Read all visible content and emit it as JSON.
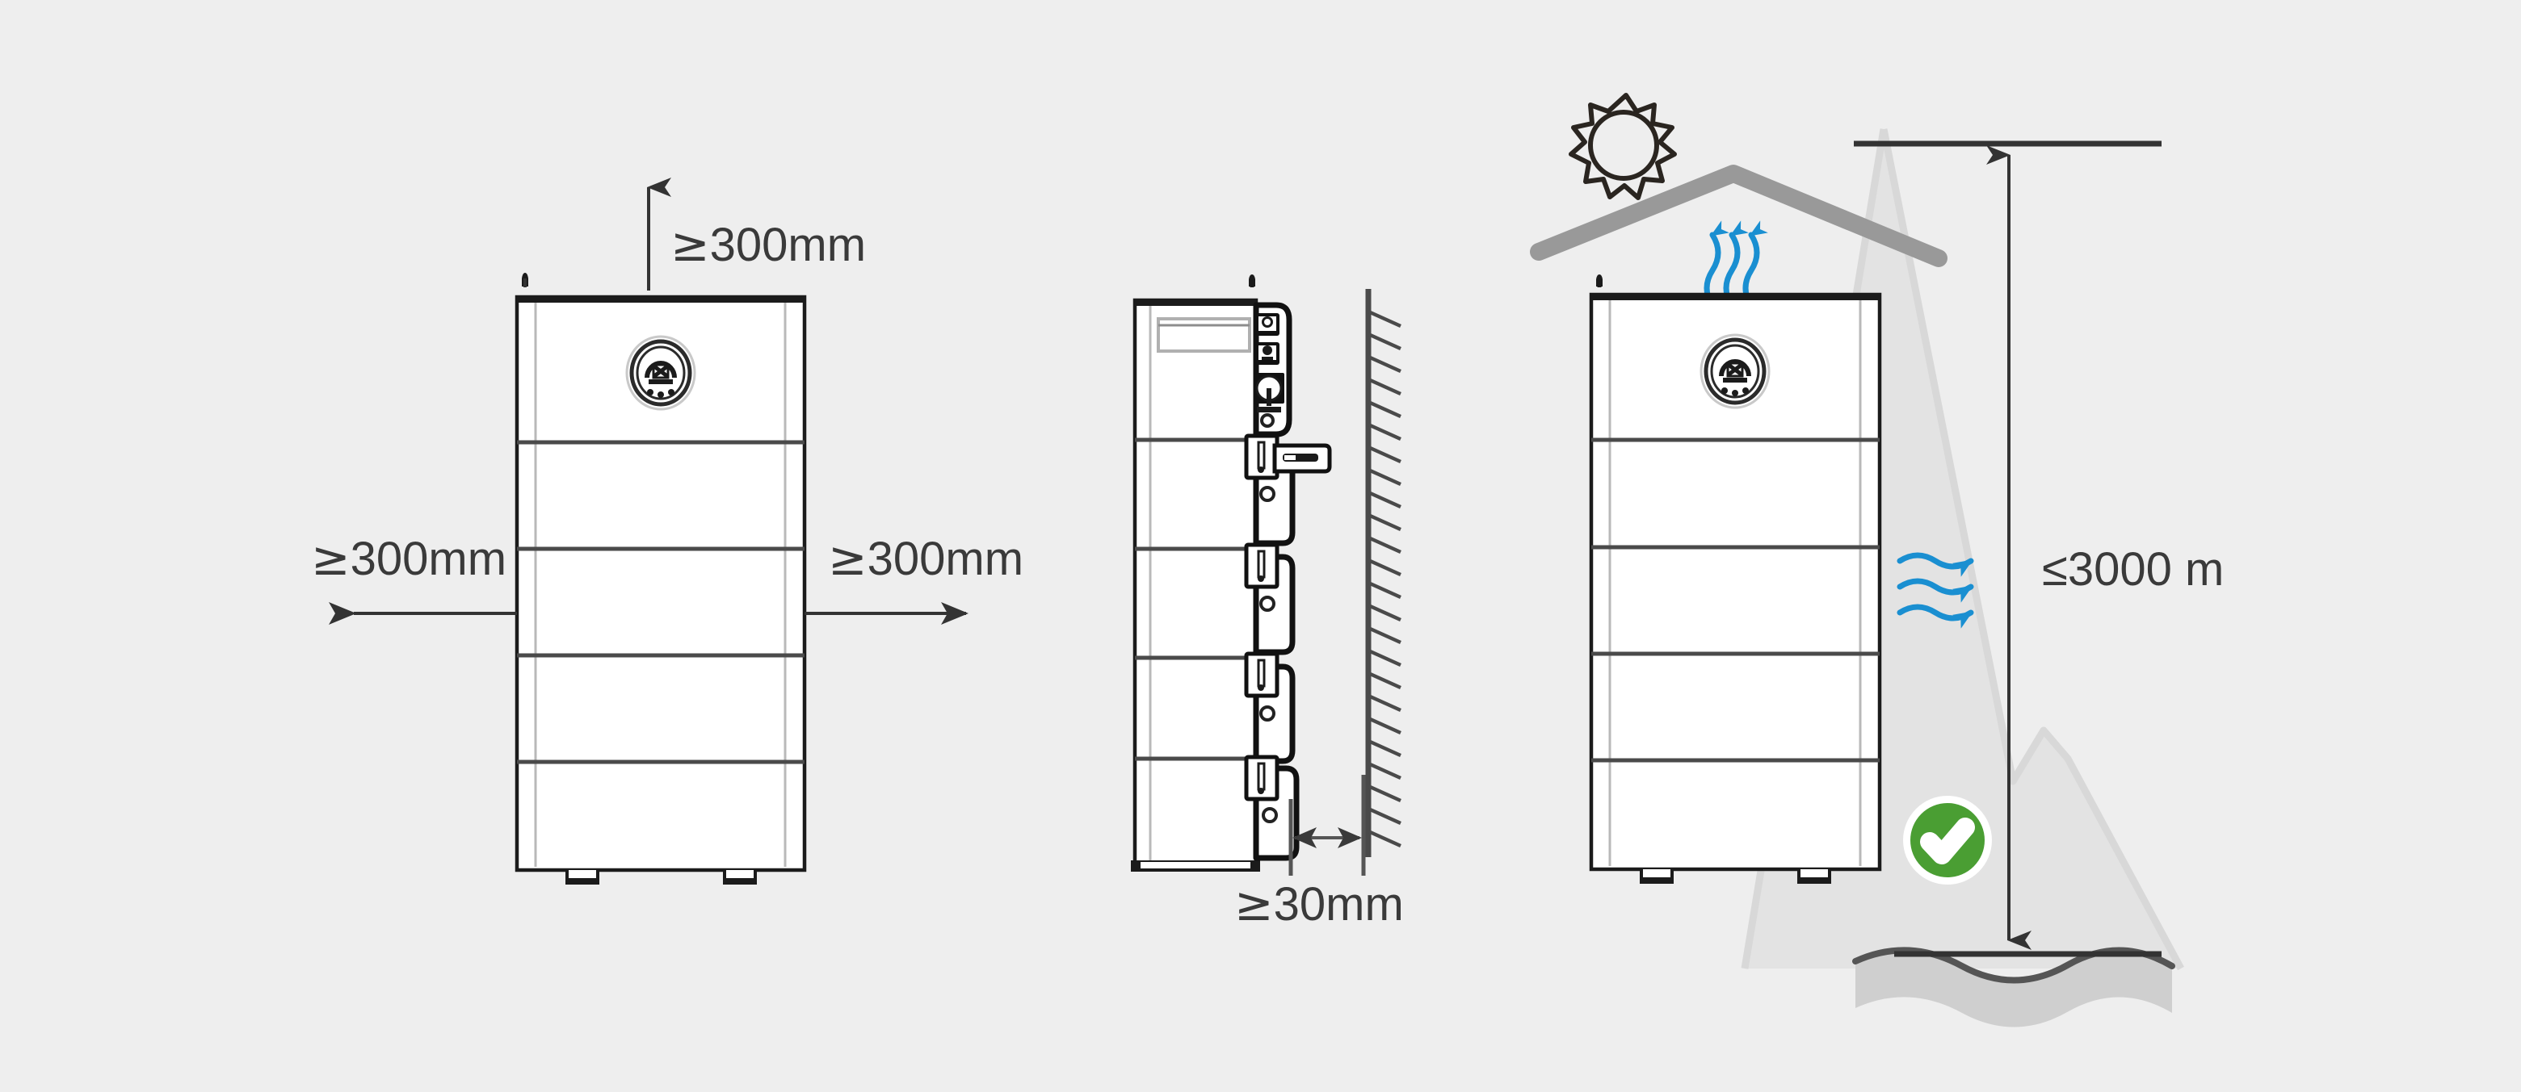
{
  "diagram": {
    "title": "Battery cabinet installation clearance requirements",
    "background_color": "#eeeeee",
    "accent_blue": "#1a8fd1",
    "accent_green": "#4a9e33"
  },
  "panels": {
    "front": {
      "name": "front-clearance-view",
      "top_clearance": "≥300mm",
      "left_clearance": "≥300mm",
      "right_clearance": "≥300mm",
      "module_count": 5,
      "logo_label": "device-logo-badge"
    },
    "side": {
      "name": "side-wall-clearance-view",
      "wall_clearance": "≥30mm",
      "wall_label": "hatched-wall",
      "module_count": 5
    },
    "environment": {
      "name": "environment-conditions-view",
      "altitude_limit": "≤3000 m",
      "sun_label": "sun-icon",
      "roof_label": "shelter-roof",
      "heat_label": "rising-heat-airflow",
      "wind_label": "horizontal-airflow",
      "approved_label": "approved-check-badge",
      "sea_level_label": "sea-level-water",
      "module_count": 5
    }
  }
}
